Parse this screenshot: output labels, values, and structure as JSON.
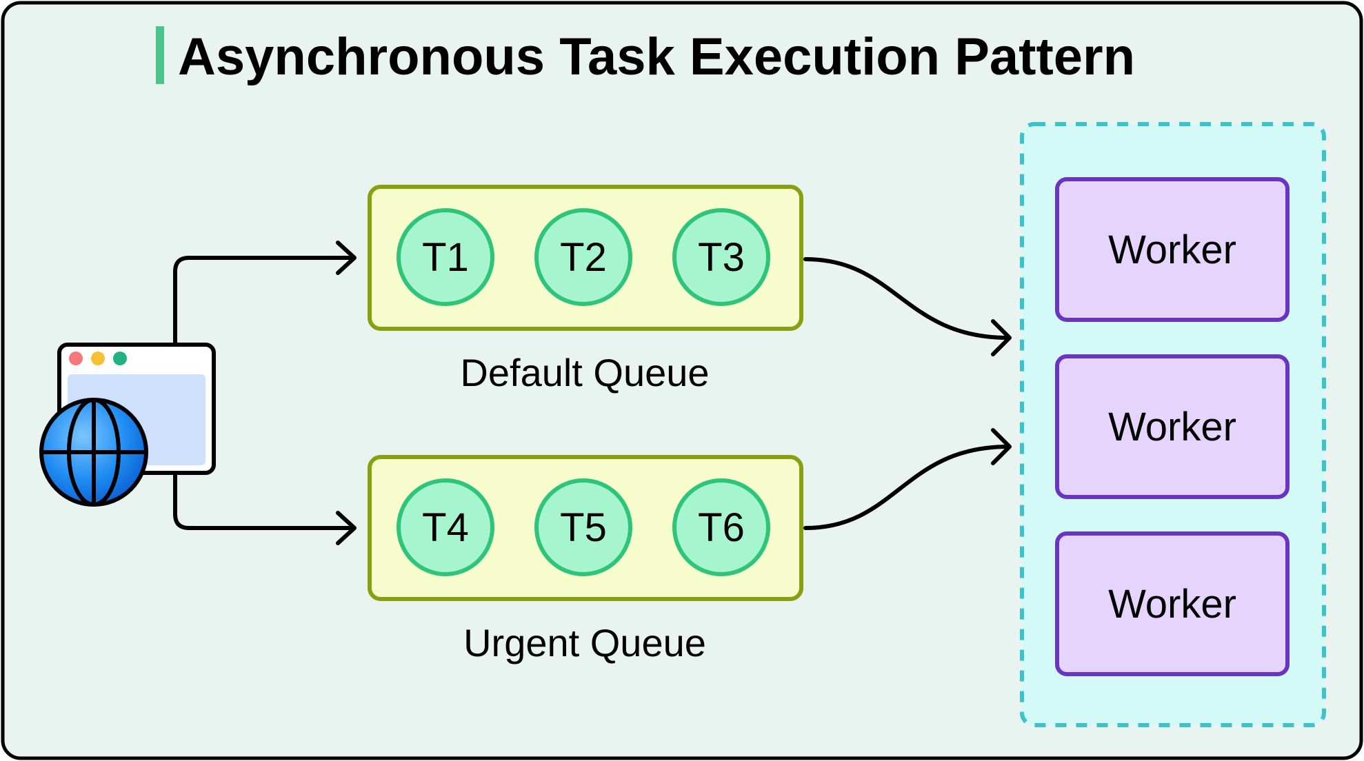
{
  "title": "Asynchronous Task Execution Pattern",
  "client": {
    "icon": "browser-globe-icon"
  },
  "queues": [
    {
      "name": "Default Queue",
      "tasks": [
        "T1",
        "T2",
        "T3"
      ]
    },
    {
      "name": "Urgent Queue",
      "tasks": [
        "T4",
        "T5",
        "T6"
      ]
    }
  ],
  "worker_pool": {
    "workers": [
      "Worker",
      "Worker",
      "Worker"
    ]
  },
  "colors": {
    "frame_bg": "#E9F3EF",
    "accent_bar": "#4CC38A",
    "queue_fill": "#F6FCCB",
    "queue_stroke": "#86A012",
    "task_fill": "#A6F5CF",
    "task_stroke": "#2EC47A",
    "pool_fill": "#D4FAF8",
    "pool_stroke": "#3CC3C9",
    "worker_fill": "#E5D4FB",
    "worker_stroke": "#6A34C2",
    "globe": "#1E8BF2",
    "window_content": "#CFE0FC"
  }
}
